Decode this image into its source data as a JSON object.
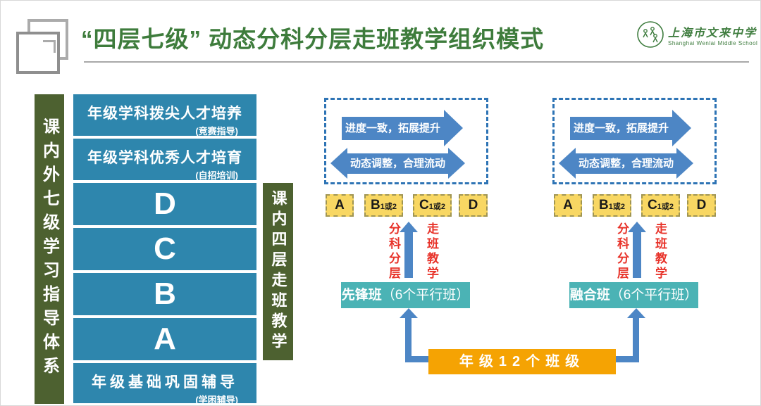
{
  "header": {
    "title": "“四层七级” 动态分科分层走班教学组织模式",
    "school_name_cn": "上海市文来中学",
    "school_name_en": "Shanghai Wenlai Middle School"
  },
  "seven_level_system": {
    "left_bar_label": "课内外七级学习指导体系",
    "right_bar_label": "课内四层走班教学",
    "levels": [
      {
        "label": "年级学科拨尖人才培养",
        "sub": "(竞赛指导)"
      },
      {
        "label": "年级学科优秀人才培育",
        "sub": "(自招培训)"
      },
      {
        "label": "D",
        "sub": ""
      },
      {
        "label": "C",
        "sub": ""
      },
      {
        "label": "B",
        "sub": ""
      },
      {
        "label": "A",
        "sub": ""
      },
      {
        "label": "年级基础巩固辅导",
        "sub": "(学困辅导)"
      }
    ]
  },
  "groups": [
    {
      "flow": {
        "arrow_forward": "进度一致，拓展提升",
        "arrow_exchange": "动态调整，合理流动"
      },
      "tiers": [
        {
          "main": "A",
          "sub": ""
        },
        {
          "main": "B",
          "sub": "1或2"
        },
        {
          "main": "C",
          "sub": "1或2"
        },
        {
          "main": "D",
          "sub": ""
        }
      ],
      "process_left": "分科分层",
      "process_right": "走班教学",
      "class_name": "先锋班",
      "class_detail": "（6个平行班）"
    },
    {
      "flow": {
        "arrow_forward": "进度一致，拓展提升",
        "arrow_exchange": "动态调整，合理流动"
      },
      "tiers": [
        {
          "main": "A",
          "sub": ""
        },
        {
          "main": "B",
          "sub": "1或2"
        },
        {
          "main": "C",
          "sub": "1或2"
        },
        {
          "main": "D",
          "sub": ""
        }
      ],
      "process_left": "分科分层",
      "process_right": "走班教学",
      "class_name": "融合班",
      "class_detail": "（6个平行班）"
    }
  ],
  "grade_box_label": "年级12个班级",
  "colors": {
    "title_green": "#3e7c3c",
    "bar_green": "#4d6130",
    "level_blue": "#2e86ad",
    "arrow_blue": "#4d86c5",
    "dashed_border_blue": "#2e74b5",
    "tier_yellow": "#f8d763",
    "class_teal": "#4bb3b5",
    "grade_orange": "#f5a303",
    "process_red": "#e8332a"
  }
}
